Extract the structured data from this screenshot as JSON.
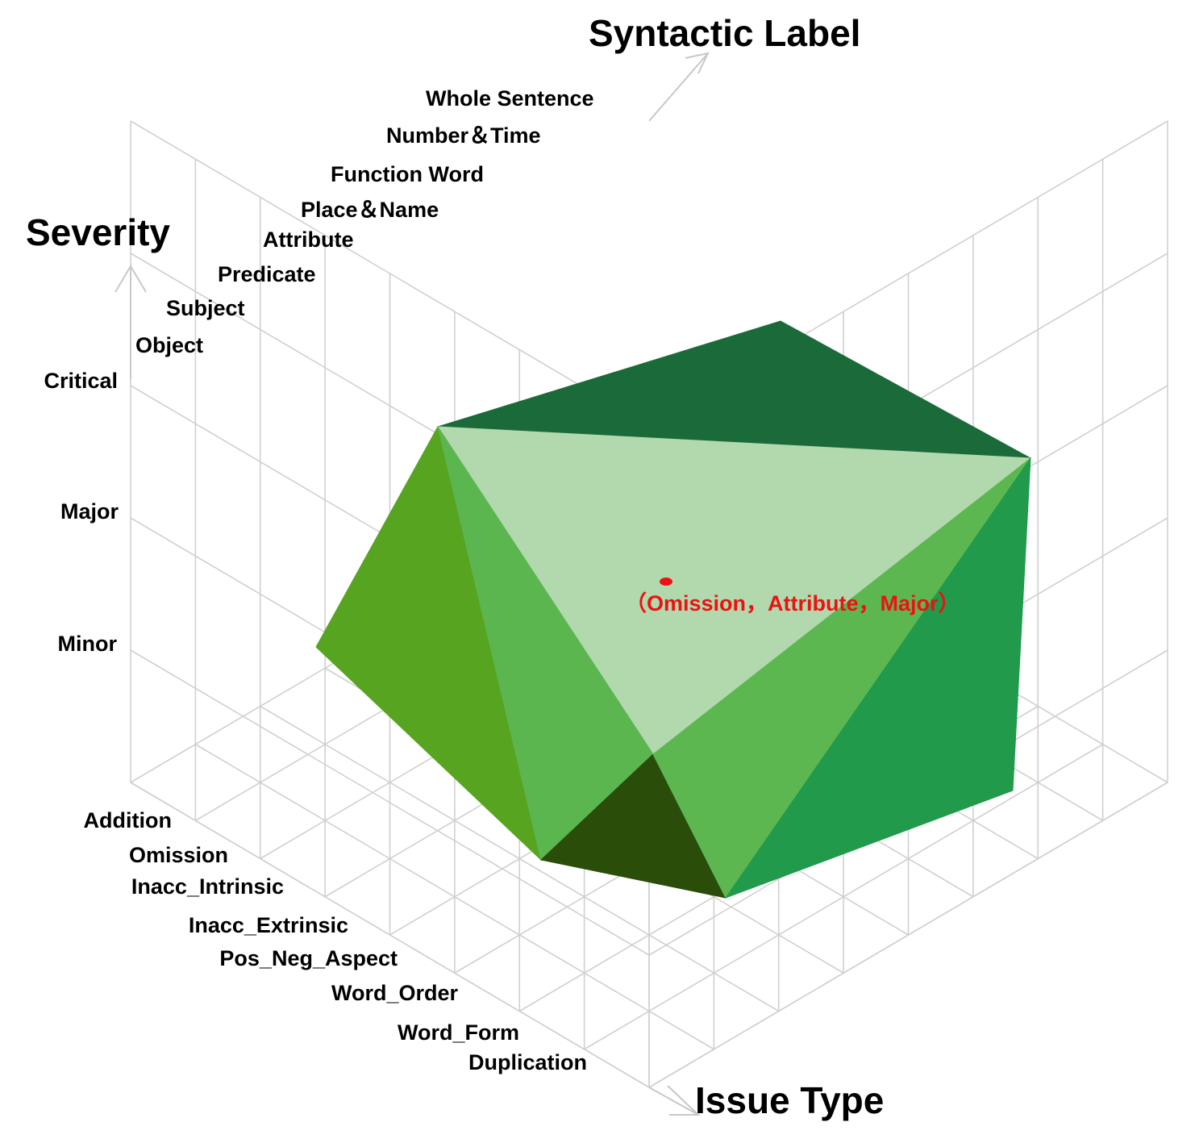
{
  "chart_data": {
    "type": "3d-polyhedron",
    "axes": {
      "severity": {
        "label": "Severity",
        "ticks": [
          "Minor",
          "Major",
          "Critical"
        ]
      },
      "syntactic_label": {
        "label": "Syntactic Label",
        "ticks": [
          "Object",
          "Subject",
          "Predicate",
          "Attribute",
          "Place＆Name",
          "Function Word",
          "Number＆Time",
          "Whole Sentence"
        ]
      },
      "issue_type": {
        "label": "Issue Type",
        "ticks": [
          "Addition",
          "Omission",
          "Inacc_Intrinsic",
          "Inacc_Extrinsic",
          "Pos_Neg_Aspect",
          "Word_Order",
          "Word_Form",
          "Duplication"
        ]
      }
    },
    "highlight_point": {
      "issue_type": "Omission",
      "syntactic_label": "Attribute",
      "severity": "Major",
      "label": "（Omission，Attribute，Major）",
      "color": "#ee1111"
    },
    "faces": [
      {
        "name": "top-left",
        "color": "#1b6b3a"
      },
      {
        "name": "front-triangle",
        "color": "#b2d8ae"
      },
      {
        "name": "left-outer",
        "color": "#57a420"
      },
      {
        "name": "left-inner",
        "color": "#5bb650"
      },
      {
        "name": "bottom",
        "color": "#2a4d09"
      },
      {
        "name": "front-right",
        "color": "#5db751"
      },
      {
        "name": "right-outer",
        "color": "#219a4b"
      }
    ],
    "grid": true
  }
}
